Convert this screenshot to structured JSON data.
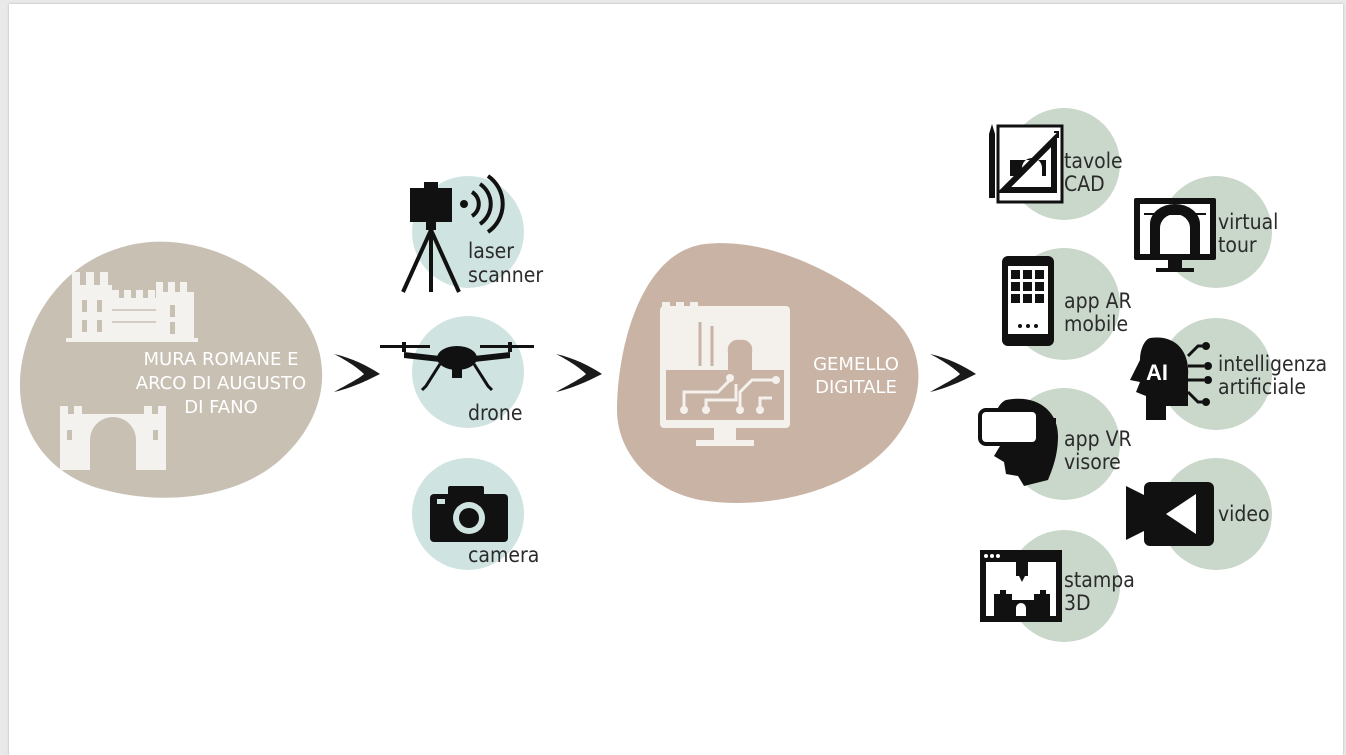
{
  "colors": {
    "source_blob": "#c9c0b4",
    "twin_blob": "#c9b3a4",
    "acquisition_circle": "#cfe3e1",
    "output_circle": "#cad7cb",
    "icon": "#111111",
    "arrow": "#1a1a1a"
  },
  "source": {
    "line1": "MURA ROMANE E",
    "line2": "ARCO DI AUGUSTO",
    "line3": "DI FANO"
  },
  "acquisition": [
    {
      "icon": "laser-scanner-icon",
      "line1": "laser",
      "line2": "scanner"
    },
    {
      "icon": "drone-icon",
      "line1": "drone",
      "line2": ""
    },
    {
      "icon": "camera-icon",
      "line1": "camera",
      "line2": ""
    }
  ],
  "twin": {
    "line1": "GEMELLO",
    "line2": "DIGITALE"
  },
  "outputs": [
    {
      "icon": "cad-drawing-icon",
      "line1": "tavole",
      "line2": "CAD"
    },
    {
      "icon": "monitor-arch-icon",
      "line1": "virtual",
      "line2": "tour"
    },
    {
      "icon": "smartphone-icon",
      "line1": "app AR",
      "line2": "mobile"
    },
    {
      "icon": "ai-head-icon",
      "badge": "AI",
      "line1": "intelligenza",
      "line2": "artificiale"
    },
    {
      "icon": "vr-headset-icon",
      "line1": "app VR",
      "line2": "visore"
    },
    {
      "icon": "video-camera-icon",
      "line1": "video",
      "line2": ""
    },
    {
      "icon": "3d-printer-icon",
      "line1": "stampa",
      "line2": "3D"
    }
  ]
}
